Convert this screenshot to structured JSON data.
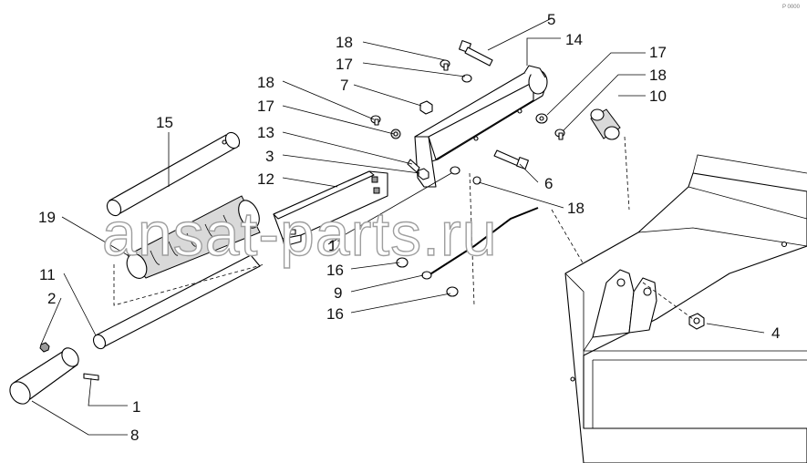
{
  "watermark": "ansat-parts.ru",
  "corner_mark": "P 0000",
  "callouts": [
    "5",
    "14",
    "18",
    "17",
    "17",
    "18",
    "7",
    "10",
    "18",
    "17",
    "13",
    "3",
    "6",
    "15",
    "12",
    "18",
    "19",
    "17",
    "16",
    "9",
    "16",
    "11",
    "2",
    "4",
    "1",
    "8"
  ]
}
